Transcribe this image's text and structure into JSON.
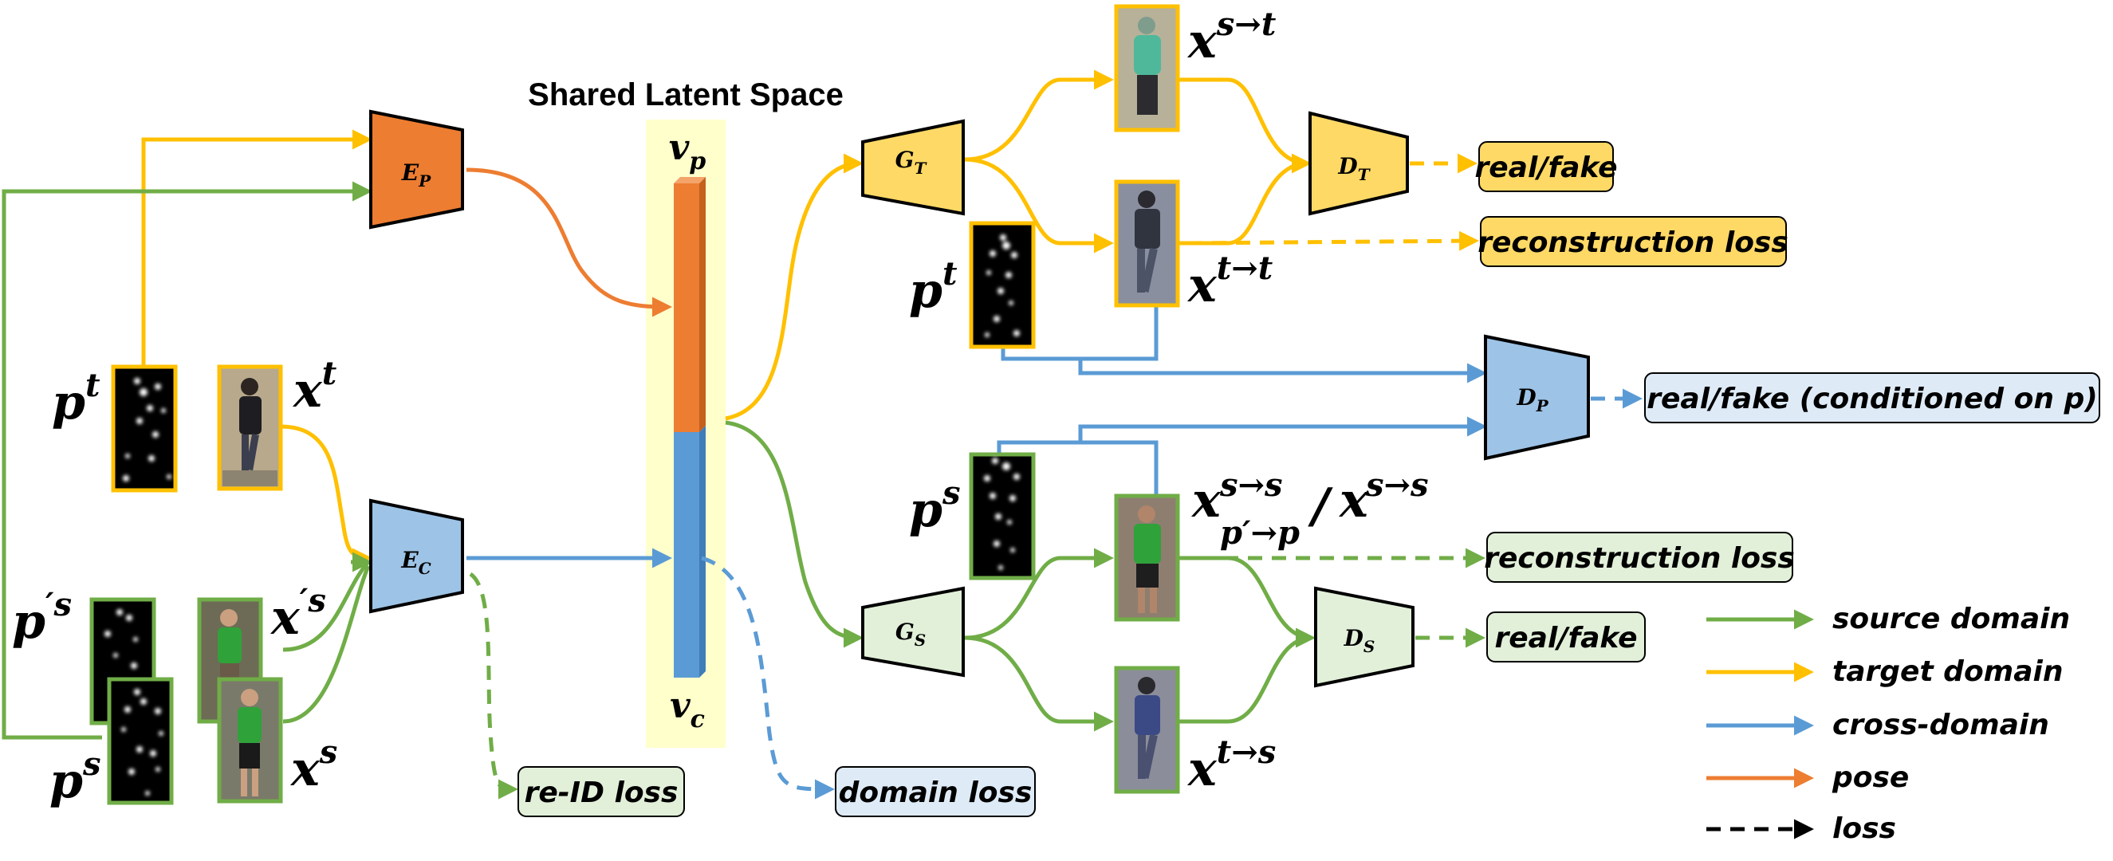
{
  "title": "Shared Latent Space",
  "latent": {
    "pose_code": "v",
    "pose_code_sub": "p",
    "content_code": "v",
    "content_code_sub": "c"
  },
  "encoders": {
    "pose": {
      "main": "E",
      "sub": "P"
    },
    "content": {
      "main": "E",
      "sub": "C"
    }
  },
  "generators": {
    "target": {
      "main": "G",
      "sub": "T"
    },
    "source": {
      "main": "G",
      "sub": "S"
    }
  },
  "discriminators": {
    "target": {
      "main": "D",
      "sub": "T"
    },
    "pose": {
      "main": "D",
      "sub": "P"
    },
    "source": {
      "main": "D",
      "sub": "S"
    }
  },
  "inputs": {
    "pose_target": {
      "base": "p",
      "sup": "t"
    },
    "image_target": {
      "base": "x",
      "sup": "t"
    },
    "pose_source_prime": {
      "base": "p",
      "sup": "′s"
    },
    "image_source_prime": {
      "base": "x",
      "sup": "′s"
    },
    "pose_source": {
      "base": "p",
      "sup": "s"
    },
    "image_source": {
      "base": "x",
      "sup": "s"
    }
  },
  "outputs": {
    "s_to_t": {
      "base": "x",
      "sup": "s→t"
    },
    "t_to_t": {
      "base": "x",
      "sup": "t→t"
    },
    "pose_t_right": {
      "base": "p",
      "sup": "t"
    },
    "pose_s_right": {
      "base": "p",
      "sup": "s"
    },
    "s_to_s": {
      "base": "x",
      "sup": "s→s",
      "sub": "p′→p",
      "slash": "/",
      "base2": "x",
      "sup2": "s→s"
    },
    "t_to_s": {
      "base": "x",
      "sup": "t→s"
    }
  },
  "losses": {
    "real_fake_target": "real/fake",
    "recon_target": "reconstruction loss",
    "real_fake_pose": "real/fake (conditioned on p)",
    "recon_source": "reconstruction loss",
    "real_fake_source": "real/fake",
    "reid": "re-ID loss",
    "domain": "domain loss"
  },
  "legend": [
    {
      "label": "source domain",
      "color": "#70ad47",
      "style": "solid"
    },
    {
      "label": "target domain",
      "color": "#ffc000",
      "style": "solid"
    },
    {
      "label": "cross-domain",
      "color": "#5b9bd5",
      "style": "solid"
    },
    {
      "label": "pose",
      "color": "#ed7d31",
      "style": "solid"
    },
    {
      "label": "loss",
      "color": "#000000",
      "style": "dashed"
    }
  ],
  "colors": {
    "source": "#70ad47",
    "target": "#ffc000",
    "cross": "#5b9bd5",
    "pose": "#ed7d31",
    "orange_fill": "#ed7d31",
    "blue_fill": "#9dc3e6",
    "yellow_fill": "#ffd966",
    "green_fill": "#e2f0d9",
    "latent_bg": "#ffffcc",
    "loss_yellow": "#ffd966",
    "loss_blue": "#deebf7",
    "loss_green": "#e2f0d9"
  },
  "icons": [
    "pose-heatmap",
    "person-photo"
  ]
}
